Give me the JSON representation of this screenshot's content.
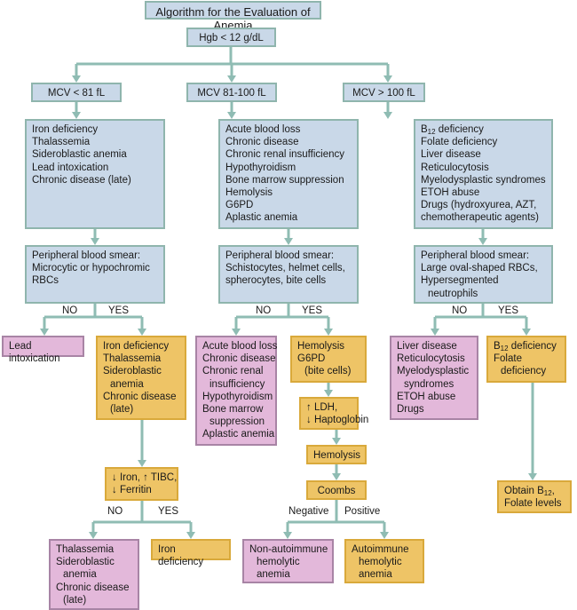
{
  "title": "Algorithm for the Evaluation of Anemia",
  "root": "Hgb < 12 g/dL",
  "colors": {
    "connector": "#8fbcb3",
    "category": "#c9d8e8",
    "negative": "#e3b8da",
    "positive": "#eec466"
  },
  "columns": {
    "microcytic": {
      "header": "MCV < 81 fL",
      "differential": [
        "Iron deficiency",
        "Thalassemia",
        "Sideroblastic anemia",
        "Lead intoxication",
        "Chronic disease (late)"
      ],
      "smear": [
        "Peripheral blood smear:",
        "Microcytic or hypochromic",
        "RBCs"
      ],
      "no_label": "NO",
      "yes_label": "YES",
      "no_result": "Lead intoxication",
      "yes_result": [
        "Iron deficiency",
        "Thalassemia",
        "Sideroblastic",
        "anemia",
        "Chronic disease",
        "(late)"
      ],
      "iron_test": [
        "↓ Iron, ↑ TIBC,",
        "↓ Ferritin"
      ],
      "iron_no_label": "NO",
      "iron_yes_label": "YES",
      "iron_no_result": [
        "Thalassemia",
        "Sideroblastic",
        "anemia",
        "Chronic disease",
        "(late)"
      ],
      "iron_yes_result": "Iron deficiency"
    },
    "normocytic": {
      "header": "MCV 81-100 fL",
      "differential": [
        "Acute blood loss",
        "Chronic disease",
        "Chronic renal insufficiency",
        "Hypothyroidism",
        "Bone marrow suppression",
        "Hemolysis",
        "G6PD",
        "Aplastic anemia"
      ],
      "smear": [
        "Peripheral blood smear:",
        "Schistocytes, helmet cells,",
        "spherocytes, bite cells"
      ],
      "no_label": "NO",
      "yes_label": "YES",
      "no_result": [
        "Acute blood loss",
        "Chronic disease",
        "Chronic renal",
        "insufficiency",
        "Hypothyroidism",
        "Bone marrow",
        "suppression",
        "Aplastic anemia"
      ],
      "yes_result": [
        "Hemolysis",
        "G6PD",
        "(bite cells)"
      ],
      "labs": [
        "↑ LDH,",
        "↓ Haptoglobin"
      ],
      "hemolysis": "Hemolysis",
      "coombs": "Coombs",
      "negative_label": "Negative",
      "positive_label": "Positive",
      "negative_result": [
        "Non-autoimmune",
        "hemolytic",
        "anemia"
      ],
      "positive_result": [
        "Autoimmune",
        "hemolytic",
        "anemia"
      ]
    },
    "macrocytic": {
      "header": "MCV > 100 fL",
      "differential": [
        "B12 deficiency",
        "Folate deficiency",
        "Liver disease",
        "Reticulocytosis",
        "Myelodysplastic syndromes",
        "ETOH abuse",
        "Drugs (hydroxyurea, AZT,",
        "chemotherapeutic agents)"
      ],
      "smear": [
        "Peripheral blood smear:",
        "Large oval-shaped RBCs,",
        "Hypersegmented",
        "neutrophils"
      ],
      "no_label": "NO",
      "yes_label": "YES",
      "no_result": [
        "Liver disease",
        "Reticulocytosis",
        "Myelodysplastic",
        "syndromes",
        "ETOH abuse",
        "Drugs"
      ],
      "yes_result": [
        "B12 deficiency",
        "Folate",
        "deficiency"
      ],
      "final": [
        "Obtain B12,",
        "Folate levels"
      ]
    }
  }
}
